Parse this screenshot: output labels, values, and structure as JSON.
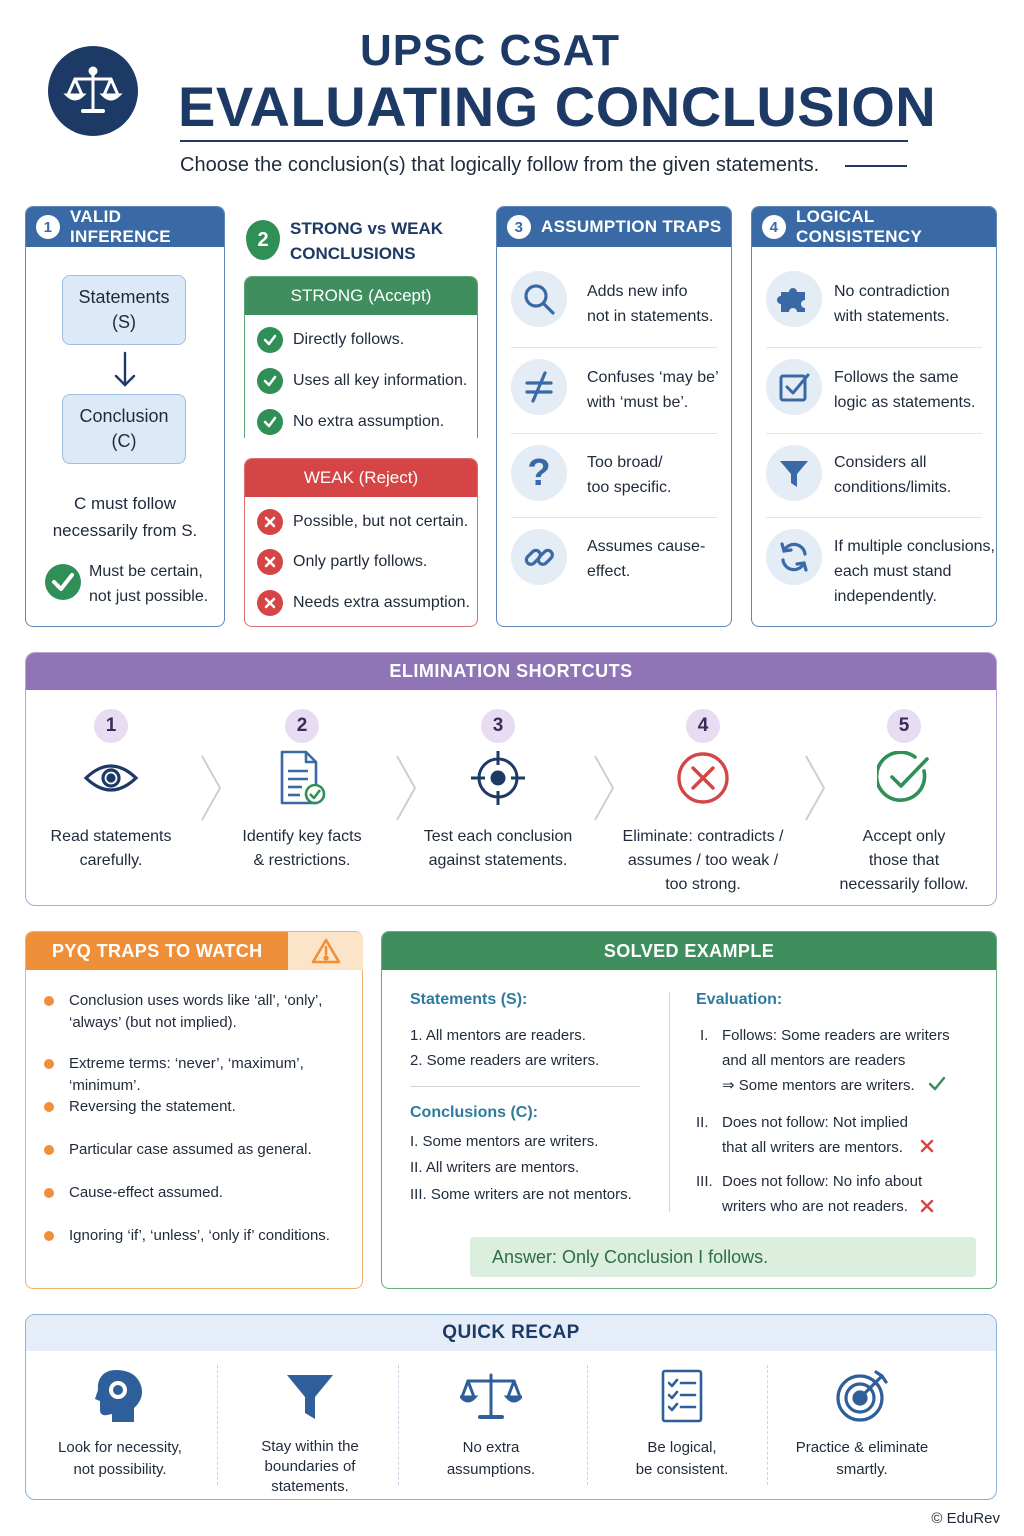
{
  "header": {
    "logo_icon": "scales-of-justice-icon",
    "title_line1": "UPSC CSAT",
    "title_line2": "EVALUATING CONCLUSION",
    "subtitle": "Choose the conclusion(s) that logically follow from the given statements."
  },
  "valid_inference": {
    "number": "1",
    "title": "VALID INFERENCE",
    "box1_line1": "Statements",
    "box1_line2": "(S)",
    "box2_line1": "Conclusion",
    "box2_line2": "(C)",
    "rule_line1": "C must follow",
    "rule_line2": "necessarily from S.",
    "note_line1": "Must be certain,",
    "note_line2": "not just possible."
  },
  "strong_weak": {
    "number": "2",
    "title_line1": "STRONG vs WEAK",
    "title_line2": "CONCLUSIONS",
    "strong_title": "STRONG (Accept)",
    "strong_items": [
      "Directly follows.",
      "Uses all key information.",
      "No extra assumption."
    ],
    "weak_title": "WEAK (Reject)",
    "weak_items": [
      "Possible, but not certain.",
      "Only partly follows.",
      "Needs extra assumption."
    ]
  },
  "assumption_traps": {
    "number": "3",
    "title": "ASSUMPTION TRAPS",
    "items": [
      {
        "icon": "magnifier-icon",
        "line1": "Adds new info",
        "line2": "not in statements."
      },
      {
        "icon": "not-equal-icon",
        "line1": "Confuses ‘may be’",
        "line2": "with ‘must be’."
      },
      {
        "icon": "question-mark-icon",
        "line1": "Too broad/",
        "line2": "too specific."
      },
      {
        "icon": "chain-link-icon",
        "line1": "Assumes cause-",
        "line2": "effect."
      }
    ]
  },
  "logical_consistency": {
    "number": "4",
    "title": "LOGICAL CONSISTENCY",
    "items": [
      {
        "icon": "puzzle-icon",
        "line1": "No contradiction",
        "line2": "with statements.",
        "line3": ""
      },
      {
        "icon": "checkbox-icon",
        "line1": "Follows the same",
        "line2": "logic as statements.",
        "line3": ""
      },
      {
        "icon": "funnel-icon",
        "line1": "Considers all",
        "line2": "conditions/limits.",
        "line3": ""
      },
      {
        "icon": "refresh-icon",
        "line1": "If multiple conclusions,",
        "line2": "each must stand",
        "line3": "independently."
      }
    ]
  },
  "elimination": {
    "title": "ELIMINATION SHORTCUTS",
    "steps": [
      {
        "num": "1",
        "icon": "eye-icon",
        "line1": "Read statements",
        "line2": "carefully.",
        "line3": ""
      },
      {
        "num": "2",
        "icon": "document-check-icon",
        "line1": "Identify key facts",
        "line2": "& restrictions.",
        "line3": ""
      },
      {
        "num": "3",
        "icon": "target-icon",
        "line1": "Test each conclusion",
        "line2": "against statements.",
        "line3": ""
      },
      {
        "num": "4",
        "icon": "x-circle-icon",
        "line1": "Eliminate: contradicts /",
        "line2": "assumes / too weak /",
        "line3": "too strong."
      },
      {
        "num": "5",
        "icon": "check-circle-icon",
        "line1": "Accept only",
        "line2": "those that",
        "line3": "necessarily follow."
      }
    ]
  },
  "pyq": {
    "title": "PYQ TRAPS TO WATCH",
    "items": [
      "Conclusion uses words like ‘all’, ‘only’, ‘always’ (but not implied).",
      "Extreme terms: ‘never’, ‘maximum’, ‘minimum’.",
      "Reversing the statement.",
      "Particular case assumed as general.",
      "Cause-effect assumed.",
      "Ignoring ‘if’, ‘unless’, ‘only if’ conditions."
    ]
  },
  "solved": {
    "title": "SOLVED EXAMPLE",
    "statements_label": "Statements (S):",
    "statements": [
      "1.  All mentors are readers.",
      "2.  Some readers are writers."
    ],
    "conclusions_label": "Conclusions (C):",
    "conclusions": [
      "I.   Some mentors are writers.",
      "II.  All writers are mentors.",
      "III. Some writers are not mentors."
    ],
    "evaluation_label": "Evaluation:",
    "eval": [
      {
        "num": "I.",
        "line1": "Follows: Some readers are writers",
        "line2": "and all mentors are readers",
        "line3": "⇒ Some mentors are writers."
      },
      {
        "num": "II.",
        "line1": "Does not follow: Not implied",
        "line2": "that all writers are mentors.",
        "line3": ""
      },
      {
        "num": "III.",
        "line1": "Does not follow: No info about",
        "line2": "writers who are not readers.",
        "line3": ""
      }
    ],
    "answer": "Answer: Only Conclusion I follows."
  },
  "recap": {
    "title": "QUICK RECAP",
    "items": [
      {
        "icon": "brain-head-icon",
        "line1": "Look for necessity,",
        "line2": "not possibility.",
        "line3": ""
      },
      {
        "icon": "funnel-icon",
        "line1": "Stay within the",
        "line2": "boundaries of",
        "line3": "statements."
      },
      {
        "icon": "scales-icon",
        "line1": "No extra",
        "line2": "assumptions.",
        "line3": ""
      },
      {
        "icon": "checklist-icon",
        "line1": "Be logical,",
        "line2": "be consistent.",
        "line3": ""
      },
      {
        "icon": "target-arrow-icon",
        "line1": "Practice & eliminate",
        "line2": "smartly.",
        "line3": ""
      }
    ]
  },
  "footer": {
    "copyright": "© EduRev"
  },
  "colors": {
    "navy": "#1d3a66",
    "blue": "#3a6aa6",
    "green": "#2f8f57",
    "red": "#d64545",
    "purple": "#8f74b6",
    "orange": "#ef8f3a"
  }
}
